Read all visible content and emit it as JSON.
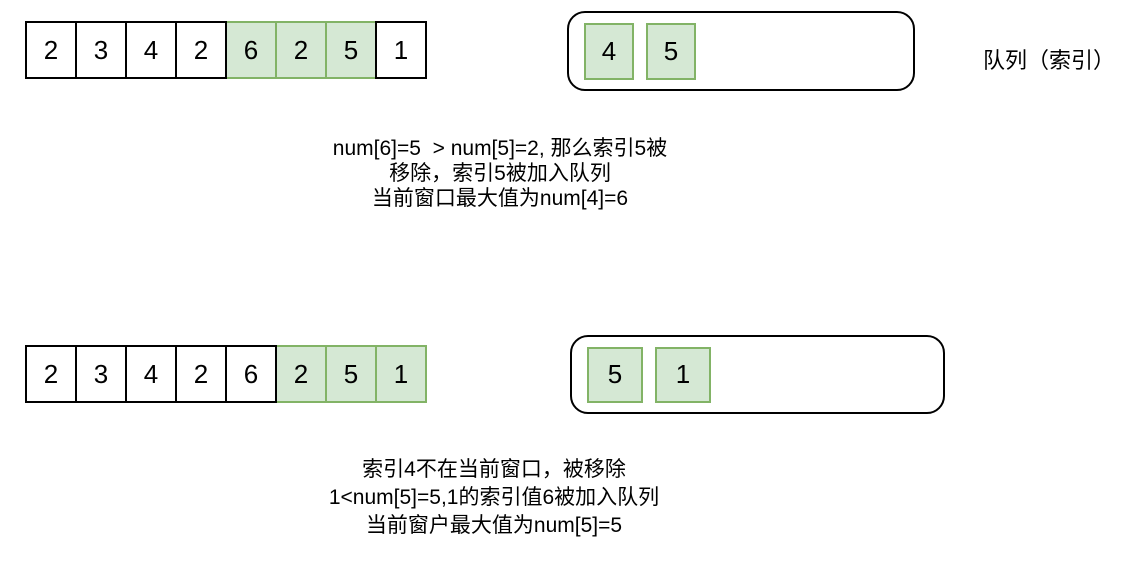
{
  "colors": {
    "highlight_fill": "#d5e8d4",
    "highlight_border": "#82b366",
    "cell_border": "#000000",
    "queue_border": "#000000",
    "background": "#ffffff",
    "text": "#000000"
  },
  "row1": {
    "array_cells": [
      {
        "value": "2",
        "highlight": false
      },
      {
        "value": "3",
        "highlight": false
      },
      {
        "value": "4",
        "highlight": false
      },
      {
        "value": "2",
        "highlight": false
      },
      {
        "value": "6",
        "highlight": true
      },
      {
        "value": "2",
        "highlight": true
      },
      {
        "value": "5",
        "highlight": true
      },
      {
        "value": "1",
        "highlight": false
      }
    ],
    "queue_items": [
      "4",
      "5"
    ],
    "queue_label": "队列（索引）",
    "caption_lines": [
      "num[6]=5  > num[5]=2, 那么索引5被",
      "移除，索引5被加入队列",
      "当前窗口最大值为num[4]=6"
    ]
  },
  "row2": {
    "array_cells": [
      {
        "value": "2",
        "highlight": false
      },
      {
        "value": "3",
        "highlight": false
      },
      {
        "value": "4",
        "highlight": false
      },
      {
        "value": "2",
        "highlight": false
      },
      {
        "value": "6",
        "highlight": false
      },
      {
        "value": "2",
        "highlight": true
      },
      {
        "value": "5",
        "highlight": true
      },
      {
        "value": "1",
        "highlight": true
      }
    ],
    "queue_items": [
      "5",
      "1"
    ],
    "caption_lines": [
      "索引4不在当前窗口，被移除",
      "1<num[5]=5,1的索引值6被加入队列",
      "当前窗户最大值为num[5]=5"
    ]
  }
}
